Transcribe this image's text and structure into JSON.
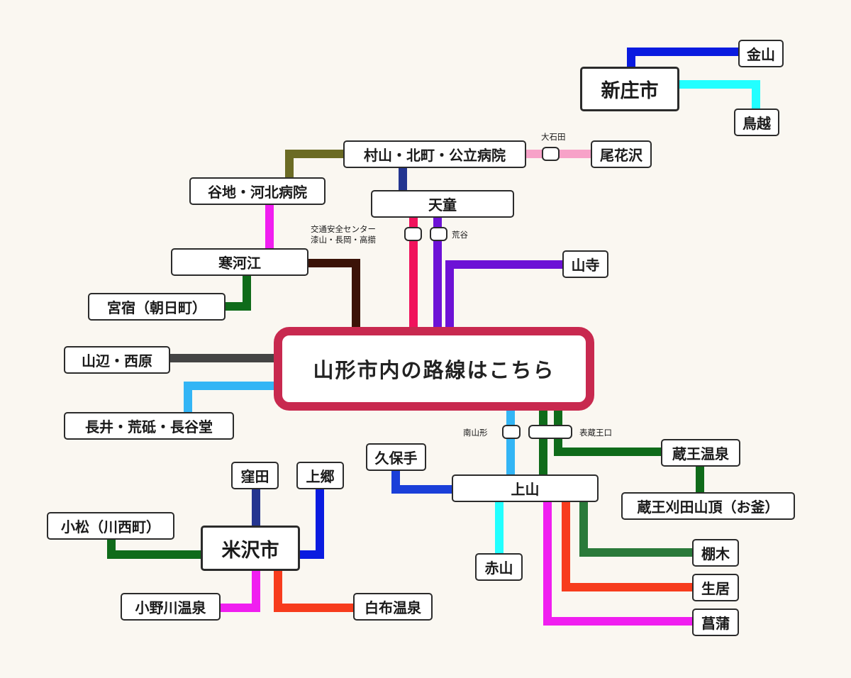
{
  "hub": {
    "label": "山形市内の路線はこちら",
    "border_color": "#c8294f"
  },
  "stations": {
    "kaneyama": "金山",
    "shinjo": "新庄市",
    "karasugoe": "鳥越",
    "murayama": "村山・北町・公立病院",
    "obanazawa": "尾花沢",
    "yachi": "谷地・河北病院",
    "tendo": "天童",
    "sagae": "寒河江",
    "yamadera": "山寺",
    "miyajuku": "宮宿（朝日町）",
    "yamanobe": "山辺・西原",
    "nagai": "長井・荒砥・長谷堂",
    "kubote": "久保手",
    "zao_onsen": "蔵王温泉",
    "kaminoyama": "上山",
    "zao_katta": "蔵王刈田山頂（お釜）",
    "kubota": "窪田",
    "kamigo": "上郷",
    "komatsu": "小松（川西町）",
    "yonezawa": "米沢市",
    "akayama": "赤山",
    "tanaki": "棚木",
    "namai": "生居",
    "shobu": "菖蒲",
    "onogawa": "小野川温泉",
    "shirabu": "白布温泉"
  },
  "stops": {
    "oishida": "大石田",
    "kotsu_line1": "交通安全センター",
    "kotsu_line2": "漆山・長岡・高擶",
    "araya": "荒谷",
    "minami_yamagata": "南山形",
    "omote_zao": "表蔵王口"
  },
  "colors": {
    "blue": "#0a1be0",
    "cyan": "#22ffff",
    "olive": "#6b6b24",
    "pink_light": "#f7a2c8",
    "navy": "#243590",
    "magenta": "#f01ef0",
    "crimson": "#f0135c",
    "purple": "#6d12d6",
    "dark_green": "#0f6b1a",
    "brown": "#3b1308",
    "gray": "#444444",
    "sky": "#33b5f5",
    "green": "#2a7a3a",
    "orange_red": "#f73c1d",
    "royal_blue": "#1a3fd9"
  }
}
